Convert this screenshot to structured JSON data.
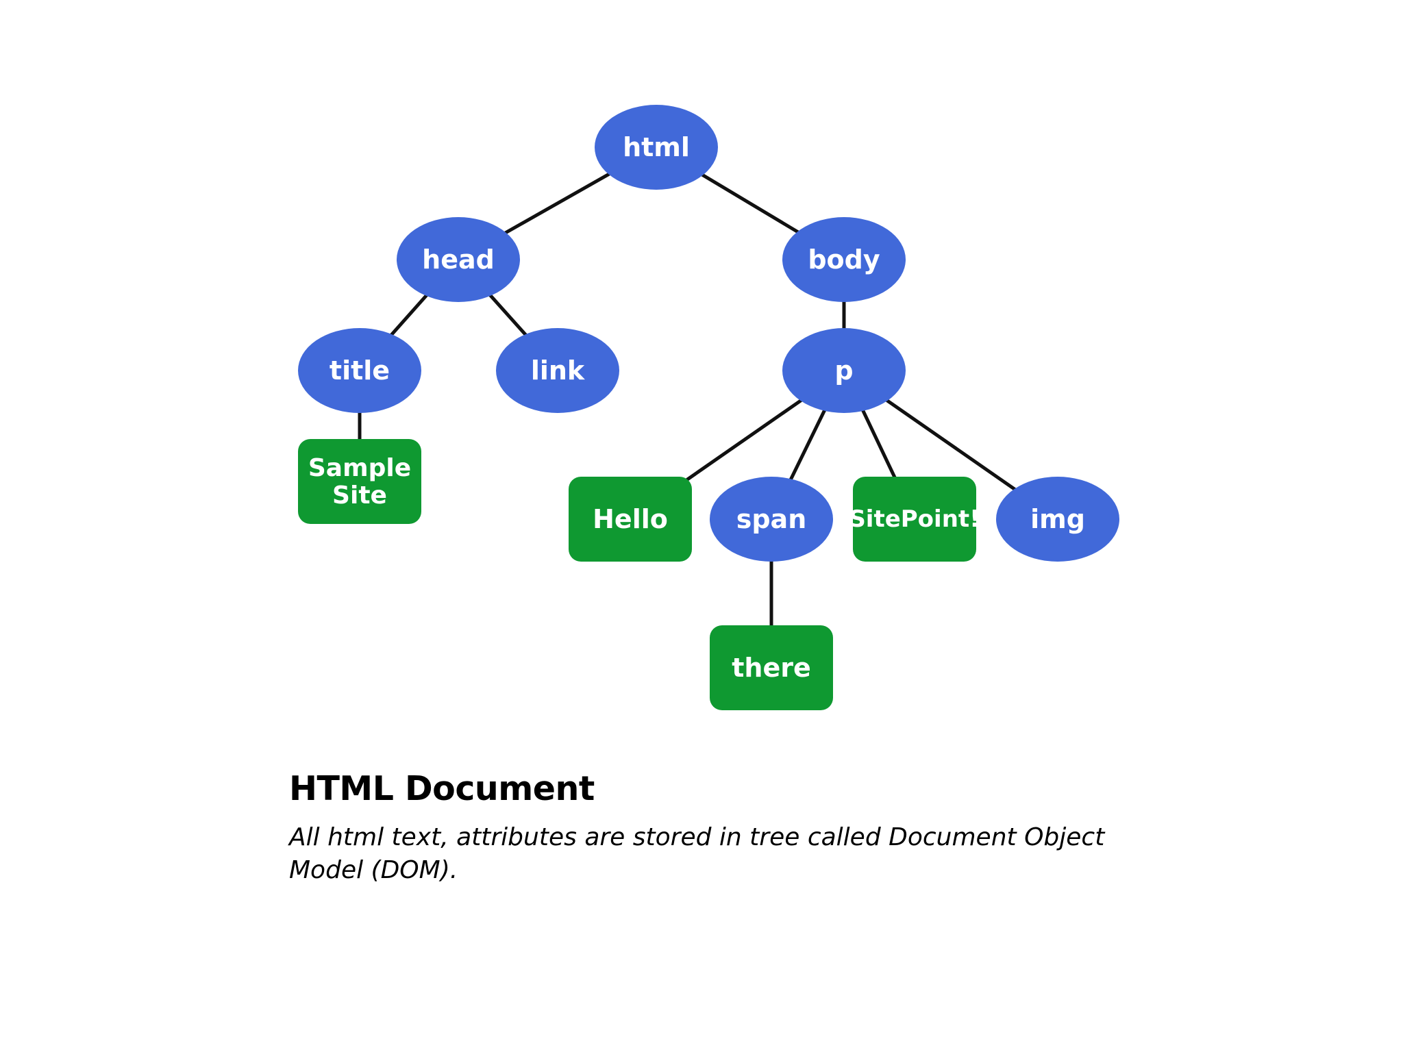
{
  "colors": {
    "element_node": "#4169d9",
    "text_node": "#0f9931",
    "edge": "#111111",
    "background": "#ffffff"
  },
  "tree": {
    "nodes": [
      {
        "id": "html",
        "label": "html",
        "kind": "element"
      },
      {
        "id": "head",
        "label": "head",
        "kind": "element"
      },
      {
        "id": "body",
        "label": "body",
        "kind": "element"
      },
      {
        "id": "title",
        "label": "title",
        "kind": "element"
      },
      {
        "id": "link",
        "label": "link",
        "kind": "element"
      },
      {
        "id": "p",
        "label": "p",
        "kind": "element"
      },
      {
        "id": "sample-site",
        "label": "Sample Site",
        "kind": "text"
      },
      {
        "id": "hello",
        "label": "Hello",
        "kind": "text"
      },
      {
        "id": "span",
        "label": "span",
        "kind": "element"
      },
      {
        "id": "sitepoint",
        "label": "SitePoint!",
        "kind": "text"
      },
      {
        "id": "img",
        "label": "img",
        "kind": "element"
      },
      {
        "id": "there",
        "label": "there",
        "kind": "text"
      }
    ],
    "edges": [
      [
        "html",
        "head"
      ],
      [
        "html",
        "body"
      ],
      [
        "head",
        "title"
      ],
      [
        "head",
        "link"
      ],
      [
        "body",
        "p"
      ],
      [
        "title",
        "sample-site"
      ],
      [
        "p",
        "hello"
      ],
      [
        "p",
        "span"
      ],
      [
        "p",
        "sitepoint"
      ],
      [
        "p",
        "img"
      ],
      [
        "span",
        "there"
      ]
    ]
  },
  "caption": {
    "title": "HTML Document",
    "text": "All html text, attributes are stored in tree called Document Object Model (DOM)."
  }
}
